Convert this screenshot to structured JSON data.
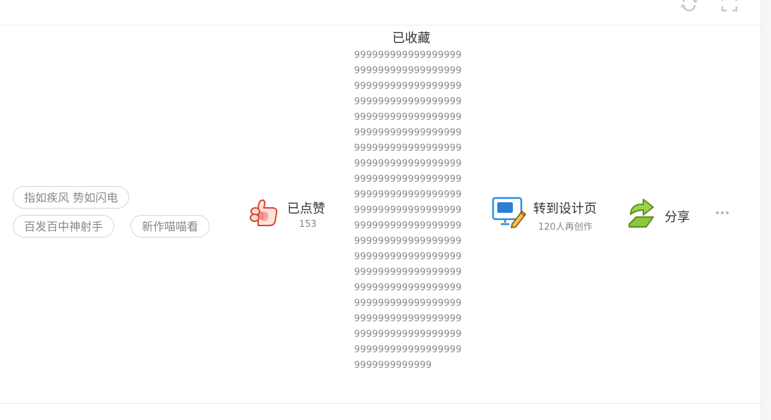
{
  "toolbar": {
    "refresh_icon": "refresh-icon",
    "fullscreen_icon": "fullscreen-icon"
  },
  "tags": [
    {
      "label": "指如疾风 势如闪电"
    },
    {
      "label": "百发百中神射手"
    },
    {
      "label": "新作喵喵看"
    }
  ],
  "actions": {
    "like": {
      "label": "已点赞",
      "count": "153",
      "icon": "thumbs-up-icon"
    },
    "collect": {
      "label": "已收藏",
      "count": "9999999999999999999999999999999999999999999999999999999999999999999999999999999999999999999999999999999999999999999999999999999999999999999999999999999999999999999999999999999999999999999999999999999999999999999999999999999999999999999999999999999999999999999999999999999999999999999999999999999999999999999999999999999999999999999999999999999999999999999999999999999999999"
    },
    "design": {
      "label": "转到设计页",
      "sub": "120人再创作",
      "icon": "design-board-icon"
    },
    "share": {
      "label": "分享",
      "icon": "share-arrow-icon"
    },
    "more_icon": "more-dots-icon"
  },
  "colors": {
    "text": "#333333",
    "muted": "#888888",
    "tag_border": "#d6d6d6",
    "like_red": "#e0503a",
    "design_blue": "#2a8de0",
    "share_green": "#8dc63f"
  }
}
